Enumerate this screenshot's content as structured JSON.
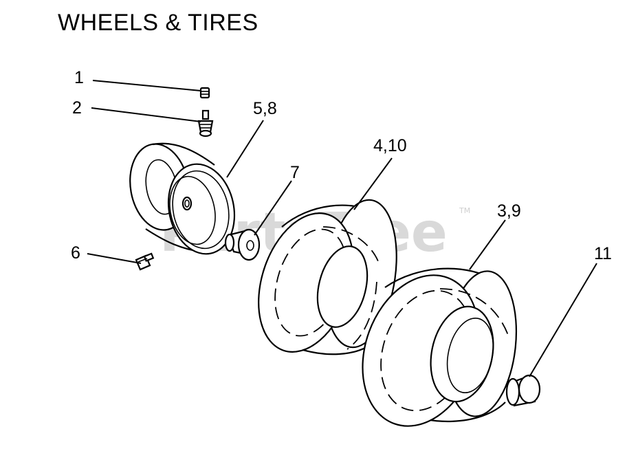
{
  "title": "WHEELS & TIRES",
  "watermark": {
    "text": "PartsTree",
    "trademark": "TM"
  },
  "callouts": [
    {
      "id": "1",
      "label": "1"
    },
    {
      "id": "2",
      "label": "2"
    },
    {
      "id": "5-8",
      "label": "5,8"
    },
    {
      "id": "4-10",
      "label": "4,10"
    },
    {
      "id": "7",
      "label": "7"
    },
    {
      "id": "3-9",
      "label": "3,9"
    },
    {
      "id": "6",
      "label": "6"
    },
    {
      "id": "11",
      "label": "11"
    }
  ],
  "colors": {
    "line": "#000000",
    "background": "#ffffff",
    "watermark": "#d9d9d9"
  }
}
